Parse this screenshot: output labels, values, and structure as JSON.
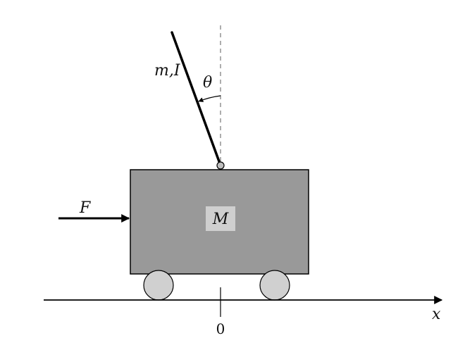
{
  "labels": {
    "pendulum": "m,I",
    "angle": "θ",
    "force": "F",
    "cart_mass": "M",
    "axis": "x",
    "origin": "0"
  },
  "colors": {
    "cart_fill": "#999999",
    "label_box": "#cfcfcf",
    "wheel_fill": "#d0d0d0",
    "stroke": "#000000",
    "reference_line": "#777777"
  }
}
